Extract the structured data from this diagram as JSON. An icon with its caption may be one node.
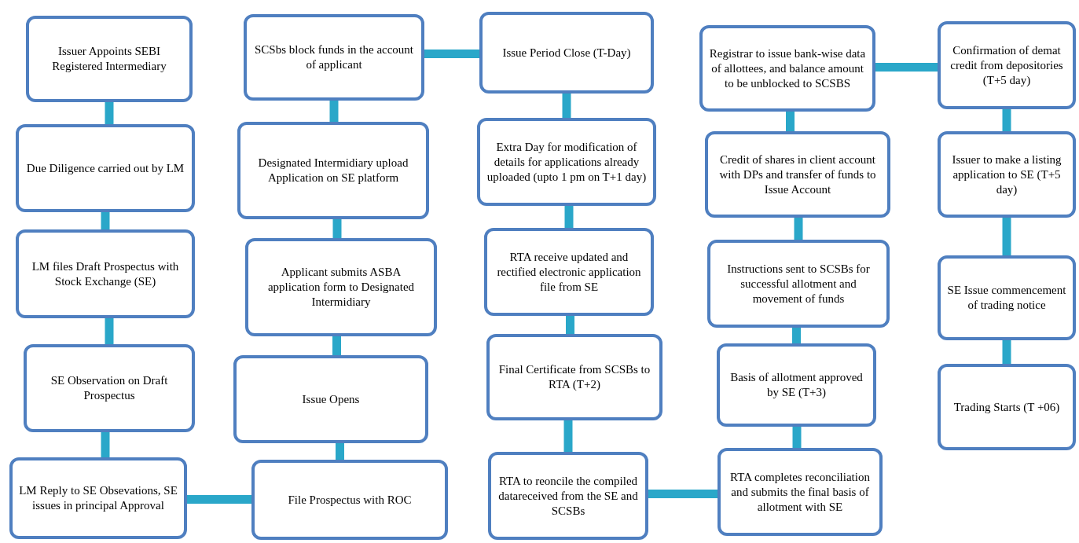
{
  "diagram": {
    "nodes": [
      {
        "text": [
          "Issuer Appoints SEBI Registered Intermediary"
        ]
      },
      {
        "text": [
          "Due Diligence carried out by LM"
        ]
      },
      {
        "text": [
          "LM files Draft Prospectus with Stock Exchange (SE)"
        ]
      },
      {
        "text": [
          "SE Observation on Draft Prospectus"
        ]
      },
      {
        "text": [
          "LM  Reply to  SE Obsevations, SE issues in principal  Approval"
        ]
      },
      {
        "text": [
          "SCSbs block funds in the account of applicant"
        ]
      },
      {
        "text": [
          "Designated Intermidiary upload Application on SE platform"
        ]
      },
      {
        "text": [
          "Applicant submits ASBA application form to Designated Intermidiary"
        ]
      },
      {
        "text": [
          "Issue Opens"
        ]
      },
      {
        "text": [
          "File Prospectus with ROC"
        ]
      },
      {
        "text": [
          "Issue Period Close (T-Day)"
        ]
      },
      {
        "text": [
          "Extra Day for modification of details for applications already uploaded (upto 1 pm on T+1 day)"
        ]
      },
      {
        "text": [
          "RTA receive updated and rectified electronic application file from SE"
        ]
      },
      {
        "text": [
          "Final Certificate from SCSBs to RTA (T+2)"
        ]
      },
      {
        "text": [
          "RTA to reoncile the compiled datareceived from the SE and SCSBs"
        ]
      },
      {
        "text": [
          "Registrar to issue bank-wise data of allottees, and balance amount  to be unblocked to SCSBS"
        ]
      },
      {
        "text": [
          "Credit of shares in client account with DPs and transfer of funds to Issue Account"
        ]
      },
      {
        "text": [
          "Instructions sent to SCSBs for  successful allotment and movement of funds"
        ]
      },
      {
        "text": [
          "Basis of allotment approved by SE (T+3)"
        ]
      },
      {
        "text": [
          "RTA completes reconciliation and submits the final basis of allotment with SE"
        ]
      },
      {
        "text": [
          "Confirmation of demat credit from depositories (T+5 day)"
        ]
      },
      {
        "text": [
          "Issuer to make a listing application to SE (T+5 day)"
        ]
      },
      {
        "text": [
          "SE Issue commencement of trading notice"
        ]
      },
      {
        "text": [
          "Trading Starts (T +06)"
        ]
      }
    ],
    "edges": [
      {
        "from": 0,
        "to": 1,
        "arrow": "none"
      },
      {
        "from": 1,
        "to": 2,
        "arrow": "none"
      },
      {
        "from": 2,
        "to": 3,
        "arrow": "none"
      },
      {
        "from": 3,
        "to": 4,
        "arrow": "none"
      },
      {
        "from": 4,
        "to": 9,
        "arrow": "none"
      },
      {
        "from": 9,
        "to": 8,
        "arrow": "none"
      },
      {
        "from": 8,
        "to": 7,
        "arrow": "none"
      },
      {
        "from": 7,
        "to": 6,
        "arrow": "none"
      },
      {
        "from": 6,
        "to": 5,
        "arrow": "none"
      },
      {
        "from": 5,
        "to": 10,
        "arrow": "none"
      },
      {
        "from": 10,
        "to": 11,
        "arrow": "none"
      },
      {
        "from": 11,
        "to": 12,
        "arrow": "none"
      },
      {
        "from": 12,
        "to": 13,
        "arrow": "none"
      },
      {
        "from": 13,
        "to": 14,
        "arrow": "none"
      },
      {
        "from": 14,
        "to": 19,
        "arrow": "none"
      },
      {
        "from": 19,
        "to": 18,
        "arrow": "none"
      },
      {
        "from": 18,
        "to": 17,
        "arrow": "none"
      },
      {
        "from": 17,
        "to": 16,
        "arrow": "none"
      },
      {
        "from": 16,
        "to": 15,
        "arrow": "none"
      },
      {
        "from": 15,
        "to": 20,
        "arrow": "none"
      },
      {
        "from": 20,
        "to": 21,
        "arrow": "none"
      },
      {
        "from": 21,
        "to": 22,
        "arrow": "none"
      },
      {
        "from": 22,
        "to": 23,
        "arrow": "none"
      }
    ]
  }
}
